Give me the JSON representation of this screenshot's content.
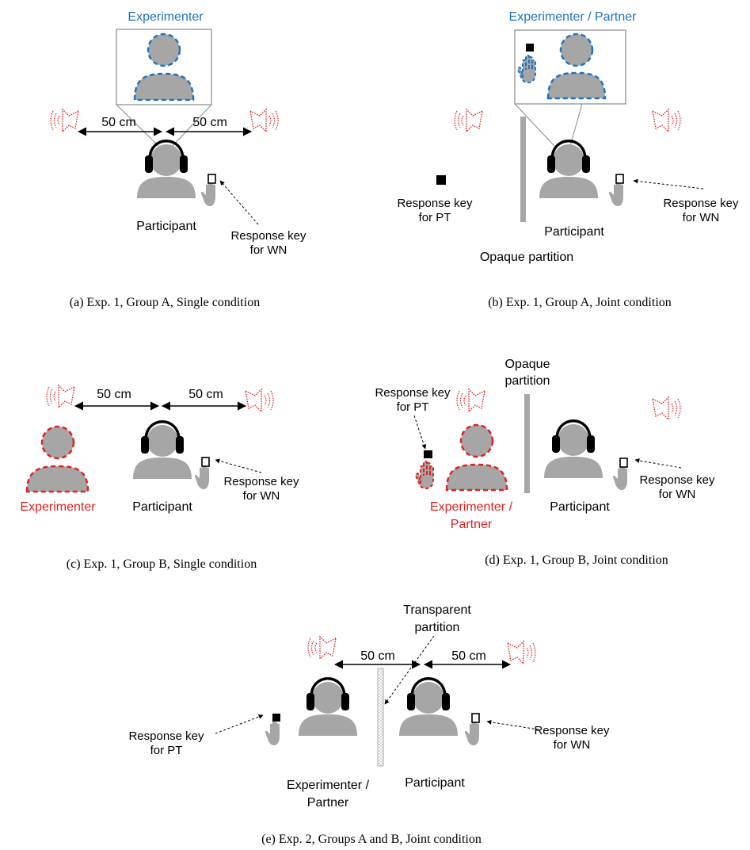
{
  "panel_a": {
    "top_label": "Experimenter",
    "dist_left": "50 cm",
    "dist_right": "50 cm",
    "participant": "Participant",
    "key_line1": "Response key",
    "key_line2": "for WN",
    "caption": "(a) Exp. 1, Group A, Single condition"
  },
  "panel_b": {
    "top_label": "Experimenter / Partner",
    "pt_line1": "Response key",
    "pt_line2": "for PT",
    "participant": "Participant",
    "key_line1": "Response key",
    "key_line2": "for WN",
    "partition": "Opaque partition",
    "caption": "(b) Exp. 1, Group A, Joint condition"
  },
  "panel_c": {
    "dist_left": "50 cm",
    "dist_right": "50 cm",
    "experimenter": "Experimenter",
    "participant": "Participant",
    "key_line1": "Response key",
    "key_line2": "for WN",
    "caption": "(c) Exp. 1, Group B, Single condition"
  },
  "panel_d": {
    "partition_line1": "Opaque",
    "partition_line2": "partition",
    "pt_line1": "Response key",
    "pt_line2": "for PT",
    "exp_line1": "Experimenter /",
    "exp_line2": "Partner",
    "participant": "Participant",
    "key_line1": "Response key",
    "key_line2": "for WN",
    "caption": "(d) Exp. 1, Group B, Joint condition"
  },
  "panel_e": {
    "partition_line1": "Transparent",
    "partition_line2": "partition",
    "dist_left": "50 cm",
    "dist_right": "50 cm",
    "pt_line1": "Response key",
    "pt_line2": "for PT",
    "exp_line1": "Experimenter /",
    "exp_line2": "Partner",
    "participant": "Participant",
    "key_line1": "Response key",
    "key_line2": "for WN",
    "caption": "(e) Exp. 2, Groups A and B, Joint condition"
  },
  "colors": {
    "experimenter_blue": "#1e73be",
    "experimenter_red": "#e02020",
    "person_gray": "#a6a6a6"
  }
}
